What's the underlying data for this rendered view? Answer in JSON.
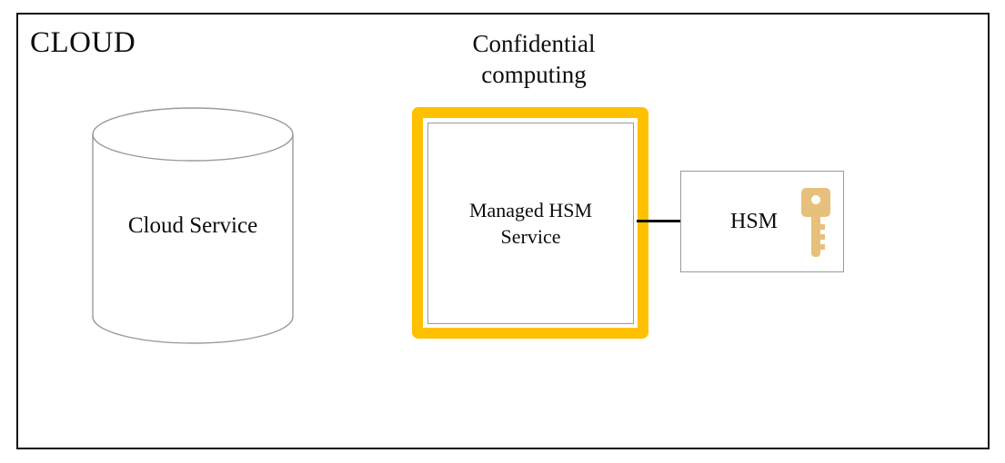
{
  "diagram": {
    "title": "CLOUD",
    "boundary_name": "cloud-boundary",
    "colors": {
      "enclave_border": "#FFC000",
      "box_border": "#9a9a9a",
      "outline": "#0d0d0d",
      "key_fill": "#E8C07D",
      "background": "#FFFFFF"
    },
    "nodes": {
      "cloud_service": {
        "label": "Cloud Service",
        "shape": "cylinder"
      },
      "confidential_computing": {
        "caption_line1": "Confidential",
        "caption_line2": "computing",
        "shape": "rounded-rectangle-frame"
      },
      "managed_hsm_service": {
        "label_line1": "Managed HSM",
        "label_line2": "Service",
        "shape": "rectangle"
      },
      "hsm": {
        "label": "HSM",
        "shape": "rectangle",
        "icon": "key-icon"
      }
    },
    "connections": [
      {
        "from": "managed_hsm_service",
        "to": "hsm",
        "style": "solid-line"
      }
    ]
  }
}
